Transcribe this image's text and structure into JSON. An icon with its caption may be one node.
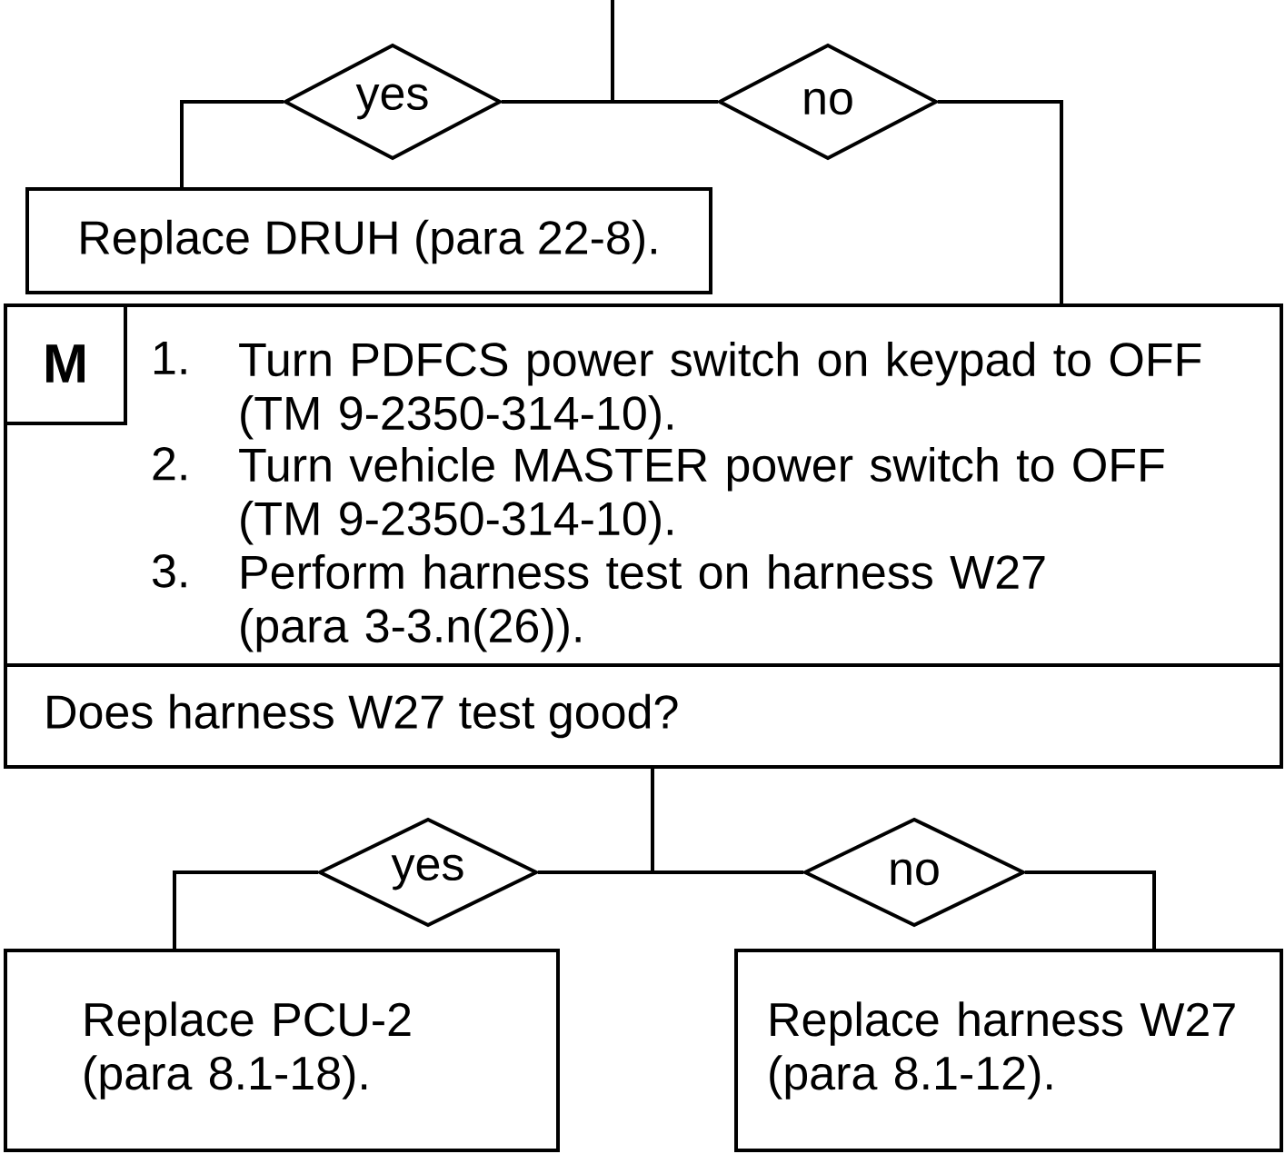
{
  "diagram": {
    "nodes": [
      {
        "text": [
          "yes"
        ]
      },
      {
        "text": [
          "no"
        ]
      },
      {
        "text": [
          "Replace DRUH (para 22-8)."
        ]
      },
      {
        "text": [
          "Turn PDFCS power switch on keypad to OFF (TM 9-2350-314-10).",
          "Turn vehicle MASTER power switch to OFF (TM 9-2350-314-10).",
          "Perform harness test on harness W27 (para 3-3.n(26))."
        ]
      },
      {
        "text": [
          "M"
        ],
        "in": 3
      },
      {
        "text": [
          "Does harness W27 test good?"
        ]
      },
      {
        "text": [
          "yes"
        ]
      },
      {
        "text": [
          "no"
        ]
      },
      {
        "text": [
          "Replace PCU-2 (para 8.1-18)."
        ]
      },
      {
        "text": [
          "Replace harness W27 (para 8.1-12)."
        ]
      }
    ],
    "edges": [
      {
        "from": null,
        "to": 0,
        "arrow": "none"
      },
      {
        "from": null,
        "to": 1,
        "arrow": "none"
      },
      {
        "from": 0,
        "to": 2,
        "arrow": "none"
      },
      {
        "from": 1,
        "to": 3,
        "arrow": "none"
      },
      {
        "from": 5,
        "to": 6,
        "arrow": "none"
      },
      {
        "from": 5,
        "to": 7,
        "arrow": "none"
      },
      {
        "from": 6,
        "to": 8,
        "arrow": "none"
      },
      {
        "from": 7,
        "to": 9,
        "arrow": "none"
      }
    ],
    "labels": [
      "1.",
      "2.",
      "3."
    ]
  }
}
